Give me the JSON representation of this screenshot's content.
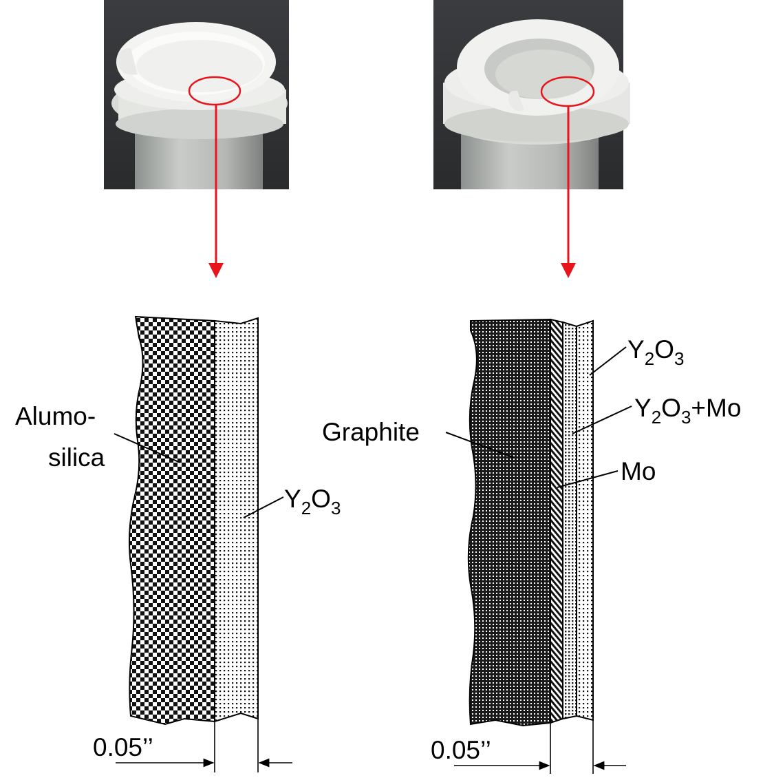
{
  "figure": {
    "left_panel": {
      "photo": "alumosilica-crucible-photo",
      "labels": {
        "substrate_line1": "Alumo-",
        "substrate_line2": "silica",
        "coating_main": "Y",
        "coating_sub1": "2",
        "coating_mid": "O",
        "coating_sub2": "3"
      },
      "dimension": "0.05’’"
    },
    "right_panel": {
      "photo": "graphite-crucible-photo",
      "labels": {
        "substrate": "Graphite",
        "top_coat_main": "Y",
        "top_coat_sub1": "2",
        "top_coat_mid": "O",
        "top_coat_sub2": "3",
        "mid_coat_main": "Y",
        "mid_coat_sub1": "2",
        "mid_coat_mid": "O",
        "mid_coat_sub2": "3",
        "mid_coat_suffix": "+Mo",
        "bond_coat": "Mo"
      },
      "dimension": "0.05’’"
    },
    "colors": {
      "highlight": "#e8141b",
      "line": "#000000"
    }
  }
}
